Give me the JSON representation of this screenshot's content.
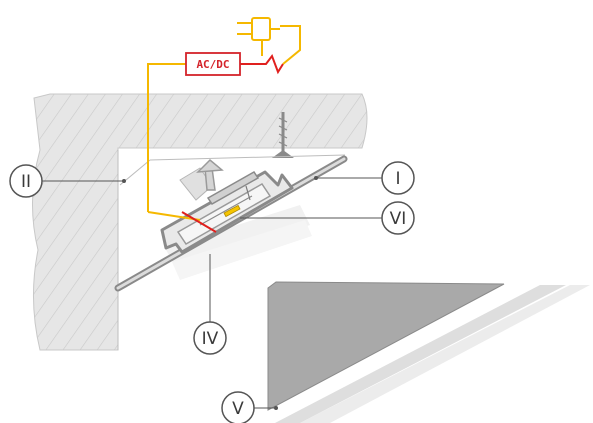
{
  "diagram": {
    "power_supply_label": "AC/DC",
    "callouts": [
      {
        "id": "I",
        "label": "I"
      },
      {
        "id": "II",
        "label": "II"
      },
      {
        "id": "IV",
        "label": "IV"
      },
      {
        "id": "V",
        "label": "V"
      },
      {
        "id": "VI",
        "label": "VI"
      }
    ]
  },
  "colors": {
    "wall_fill": "#e3e3e3",
    "wall_hatch": "#cfcfcf",
    "profile_stroke": "#8a8a8a",
    "profile_fill": "#d8d8d8",
    "wire_yellow": "#f5b800",
    "wire_red": "#e0201e",
    "psu_stroke": "#d4232a",
    "panel_dark": "#a9a9a9",
    "panel_shadow": "#d9d9d9",
    "callout_stroke": "#555555"
  }
}
